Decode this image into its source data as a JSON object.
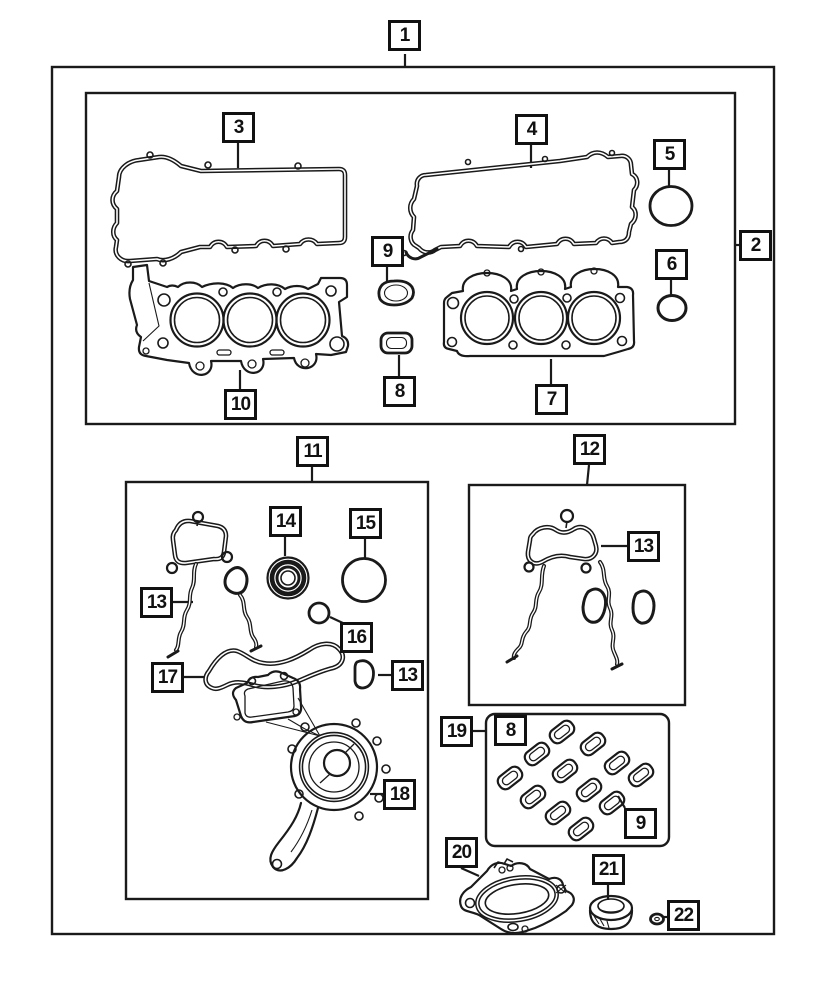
{
  "diagram": {
    "background": "#ffffff",
    "line_color": "#1a1a1a",
    "callout_border_color": "#111111",
    "callouts": {
      "c1": "1",
      "c2": "2",
      "c3": "3",
      "c4": "4",
      "c5": "5",
      "c6": "6",
      "c7": "7",
      "c8": "8",
      "c9": "9",
      "c10": "10",
      "c11": "11",
      "c12": "12",
      "c13": "13",
      "c14": "14",
      "c15": "15",
      "c16": "16",
      "c17": "17",
      "c18": "18",
      "c19": "19",
      "c20": "20",
      "c21": "21",
      "c22": "22"
    }
  }
}
